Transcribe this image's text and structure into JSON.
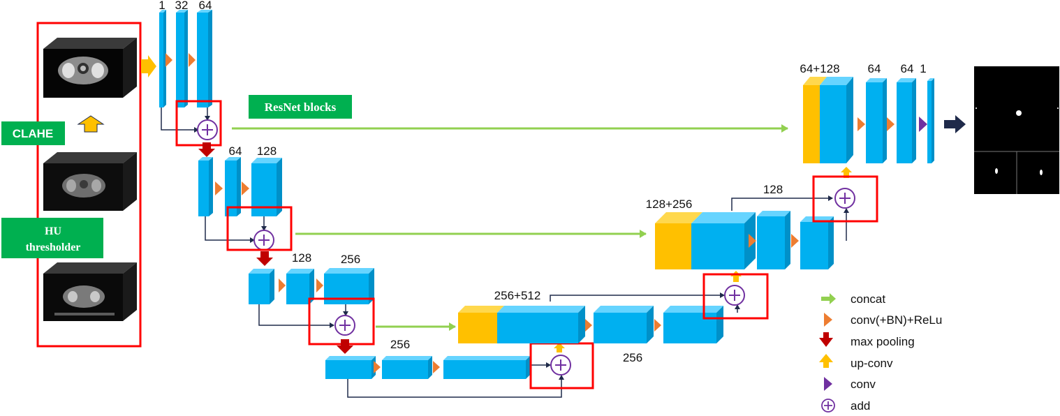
{
  "diagram": {
    "channel_labels": {
      "enc1_a": "1",
      "enc1_b": "32",
      "enc1_c": "64",
      "enc2_a": "64",
      "enc2_b": "128",
      "enc3_a": "128",
      "enc3_b": "256",
      "bottleneck": "256",
      "dec3_concat": "256+512",
      "dec3_out": "256",
      "dec2_concat": "128+256",
      "dec2_out": "128",
      "dec1_concat": "64+128",
      "dec1_a": "64",
      "dec1_b": "64",
      "dec1_c": "1"
    },
    "boxes": {
      "resnet": "ResNet blocks",
      "clahe": "CLAHE",
      "hu_line1": "HU",
      "hu_line2": "thresholder"
    },
    "legend": [
      {
        "icon": "green-arrow-icon",
        "label": "concat"
      },
      {
        "icon": "orange-triangle-icon",
        "label": "conv(+BN)+ReLu"
      },
      {
        "icon": "red-arrow-down-icon",
        "label": "max pooling"
      },
      {
        "icon": "yellow-arrow-up-icon",
        "label": "up-conv"
      },
      {
        "icon": "purple-triangle-icon",
        "label": "conv"
      },
      {
        "icon": "add-circle-icon",
        "label": "add"
      }
    ],
    "colors": {
      "block": "#00b0f0",
      "block_top": "#66d4ff",
      "block_side": "#0090c8",
      "concat_block": "#ffc000",
      "conv_relu": "#ed7d31",
      "maxpool": "#c00000",
      "upconv": "#ffc000",
      "conv": "#7030a0",
      "concat_line": "#92d050",
      "highlight": "#ff0000",
      "label_box": "#00b050"
    }
  }
}
